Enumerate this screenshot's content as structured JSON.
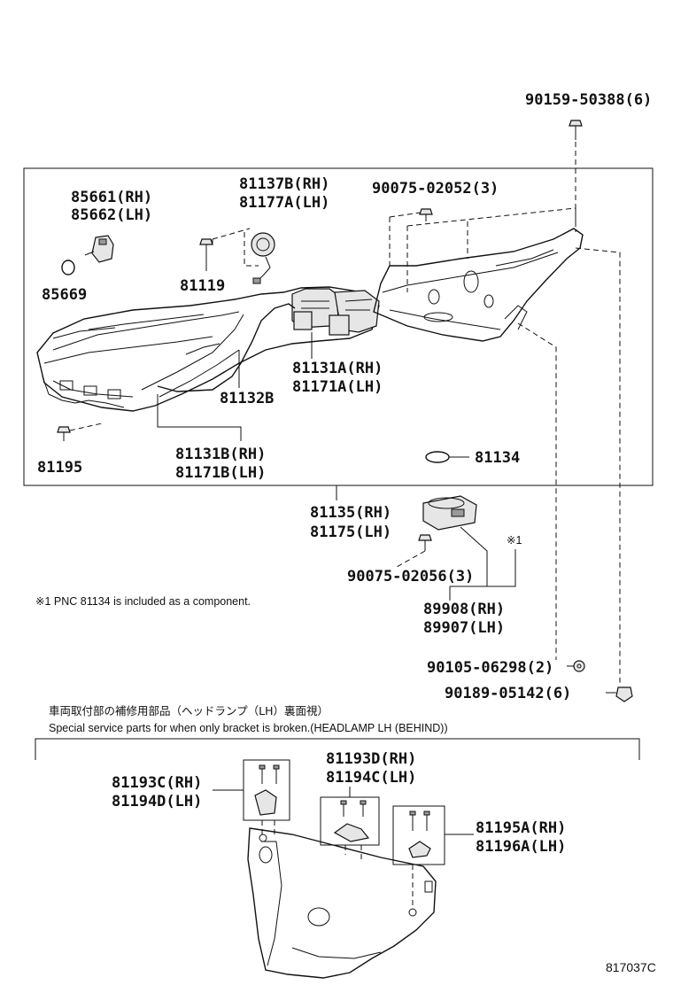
{
  "labels": {
    "p90159": "90159-50388(6)",
    "p85661": "85661(RH)",
    "p85662": "85662(LH)",
    "p85669": "85669",
    "p81137b": "81137B(RH)",
    "p81177a": "81177A(LH)",
    "p81119": "81119",
    "p90075a": "90075-02052(3)",
    "p81131a": "81131A(RH)",
    "p81171a": "81171A(LH)",
    "p81132b": "81132B",
    "p81195": "81195",
    "p81131b": "81131B(RH)",
    "p81171b": "81171B(LH)",
    "p81134": "81134",
    "p81135": "81135(RH)",
    "p81175": "81175(LH)",
    "ref_mark": "※1",
    "p90075b": "90075-02056(3)",
    "p89908": "89908(RH)",
    "p89907": "89907(LH)",
    "p90105": "90105-06298(2)",
    "p90189": "90189-05142(6)",
    "p81193c": "81193C(RH)",
    "p81194d": "81194D(LH)",
    "p81193d": "81193D(RH)",
    "p81194c": "81194C(LH)",
    "p81195a": "81195A(RH)",
    "p81196a": "81196A(LH)"
  },
  "notes": {
    "pnc_note": "※1  PNC 81134 is included as a component.",
    "section_jp": "車両取付部の補修用部品（ヘッドランプ（LH）裏面視）",
    "section_en": "Special service parts for when only bracket is broken.(HEADLAMP LH (BEHIND))"
  },
  "diagram_code": "817037C"
}
